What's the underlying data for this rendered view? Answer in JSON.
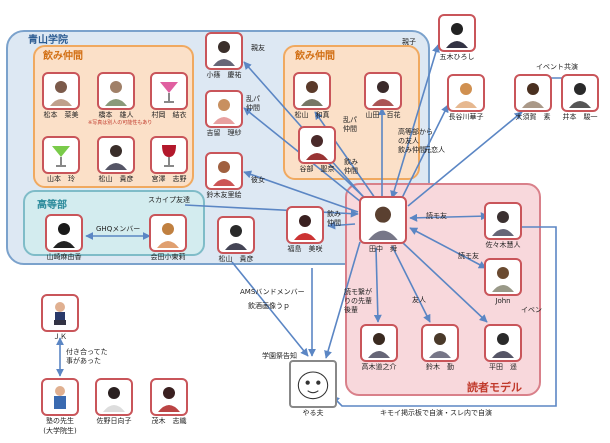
{
  "groups": {
    "aoyama": "青山学院",
    "nomi1": "飲み仲間",
    "nomi2": "飲み仲間",
    "koto": "高等部",
    "model": "読者モデル"
  },
  "people": {
    "matsumoto": "松本　菜美",
    "hashimoto": "橋本　雄人",
    "hashimoto_note": "※写真は別人の可能性もあり",
    "muraoka": "村岡　結衣",
    "yamamoto": "山本　玲",
    "matsuyama_takanori": "松山　貴彦",
    "miyazawa": "宮澤　志野",
    "komaba": "小篠　慶祐",
    "yoshiwara": "吉留　理紗",
    "suzuki_yurie": "鈴木友里絵",
    "matsuyama_kazuma": "松山　和真",
    "yamada": "山田　百花",
    "tanibe": "谷部　聖奈",
    "yamazaki": "山崎麻由香",
    "aida": "会田小東莉",
    "matsuyama_takanori2": "松山　貴彦",
    "fukushima": "福島　美咲",
    "tanaka": "田中　舜",
    "goki": "五木ひろし",
    "hasegawa": "長谷川華子",
    "ousuga": "大須賀　素",
    "imoto": "井本　駿一",
    "sasaki": "佐々木慧人",
    "john": "John",
    "hirata": "平田　遥",
    "takagi": "高木道之介",
    "suzuki_tsutomu": "鈴木　勤",
    "jk": "ＪＫ",
    "juku": "塾の先生",
    "juku_note": "(大学院生)",
    "sano": "佐野日向子",
    "mogi": "茂木　志織",
    "yaruo": "やる夫"
  },
  "labels": {
    "shinyu": "親友",
    "oyako": "親子",
    "event": "イベント共演",
    "ranpa1": "乱パ\n仲間",
    "ranpa2": "乱パ\n仲間",
    "koutoubu": "高等部から\nの友人\n飲み仲間",
    "nomi_nakama": "飲み\n仲間",
    "nomi_nakama2": "飲み\n仲間",
    "kanojo": "彼女",
    "motoren": "元恋人",
    "skype": "スカイプ友達",
    "gho": "GHQメンバー",
    "dokumo_tomo": "読モ友",
    "dokumo_tomo2": "読モ友",
    "event2": "イベン",
    "dokumo_senpai": "読モ繋が\nりの先輩\n後輩",
    "yujin": "友人",
    "ams": "AMSバンドメンバー",
    "inshu": "飲酒画像うｐ",
    "gakuensai": "学園祭告知",
    "tsukiatte": "付き合ってた\n事があった",
    "kimoi": "キモイ掲示板で自演・スレ内で自演"
  },
  "icons": {
    "person": "person-photo-icon",
    "cocktail": "cocktail-glass-icon",
    "wine": "wine-glass-icon",
    "jk": "schoolgirl-icon",
    "teacher": "teacher-icon",
    "yaruo": "yaruo-face-icon"
  },
  "colors": {
    "aoyama_fill": "#dde8f3",
    "nomi_fill": "#fbe0c8",
    "koto_fill": "#d3ecef",
    "model_fill": "#f8d8dc",
    "arrow": "#5b86c4",
    "photo_border": "#c9555a"
  }
}
